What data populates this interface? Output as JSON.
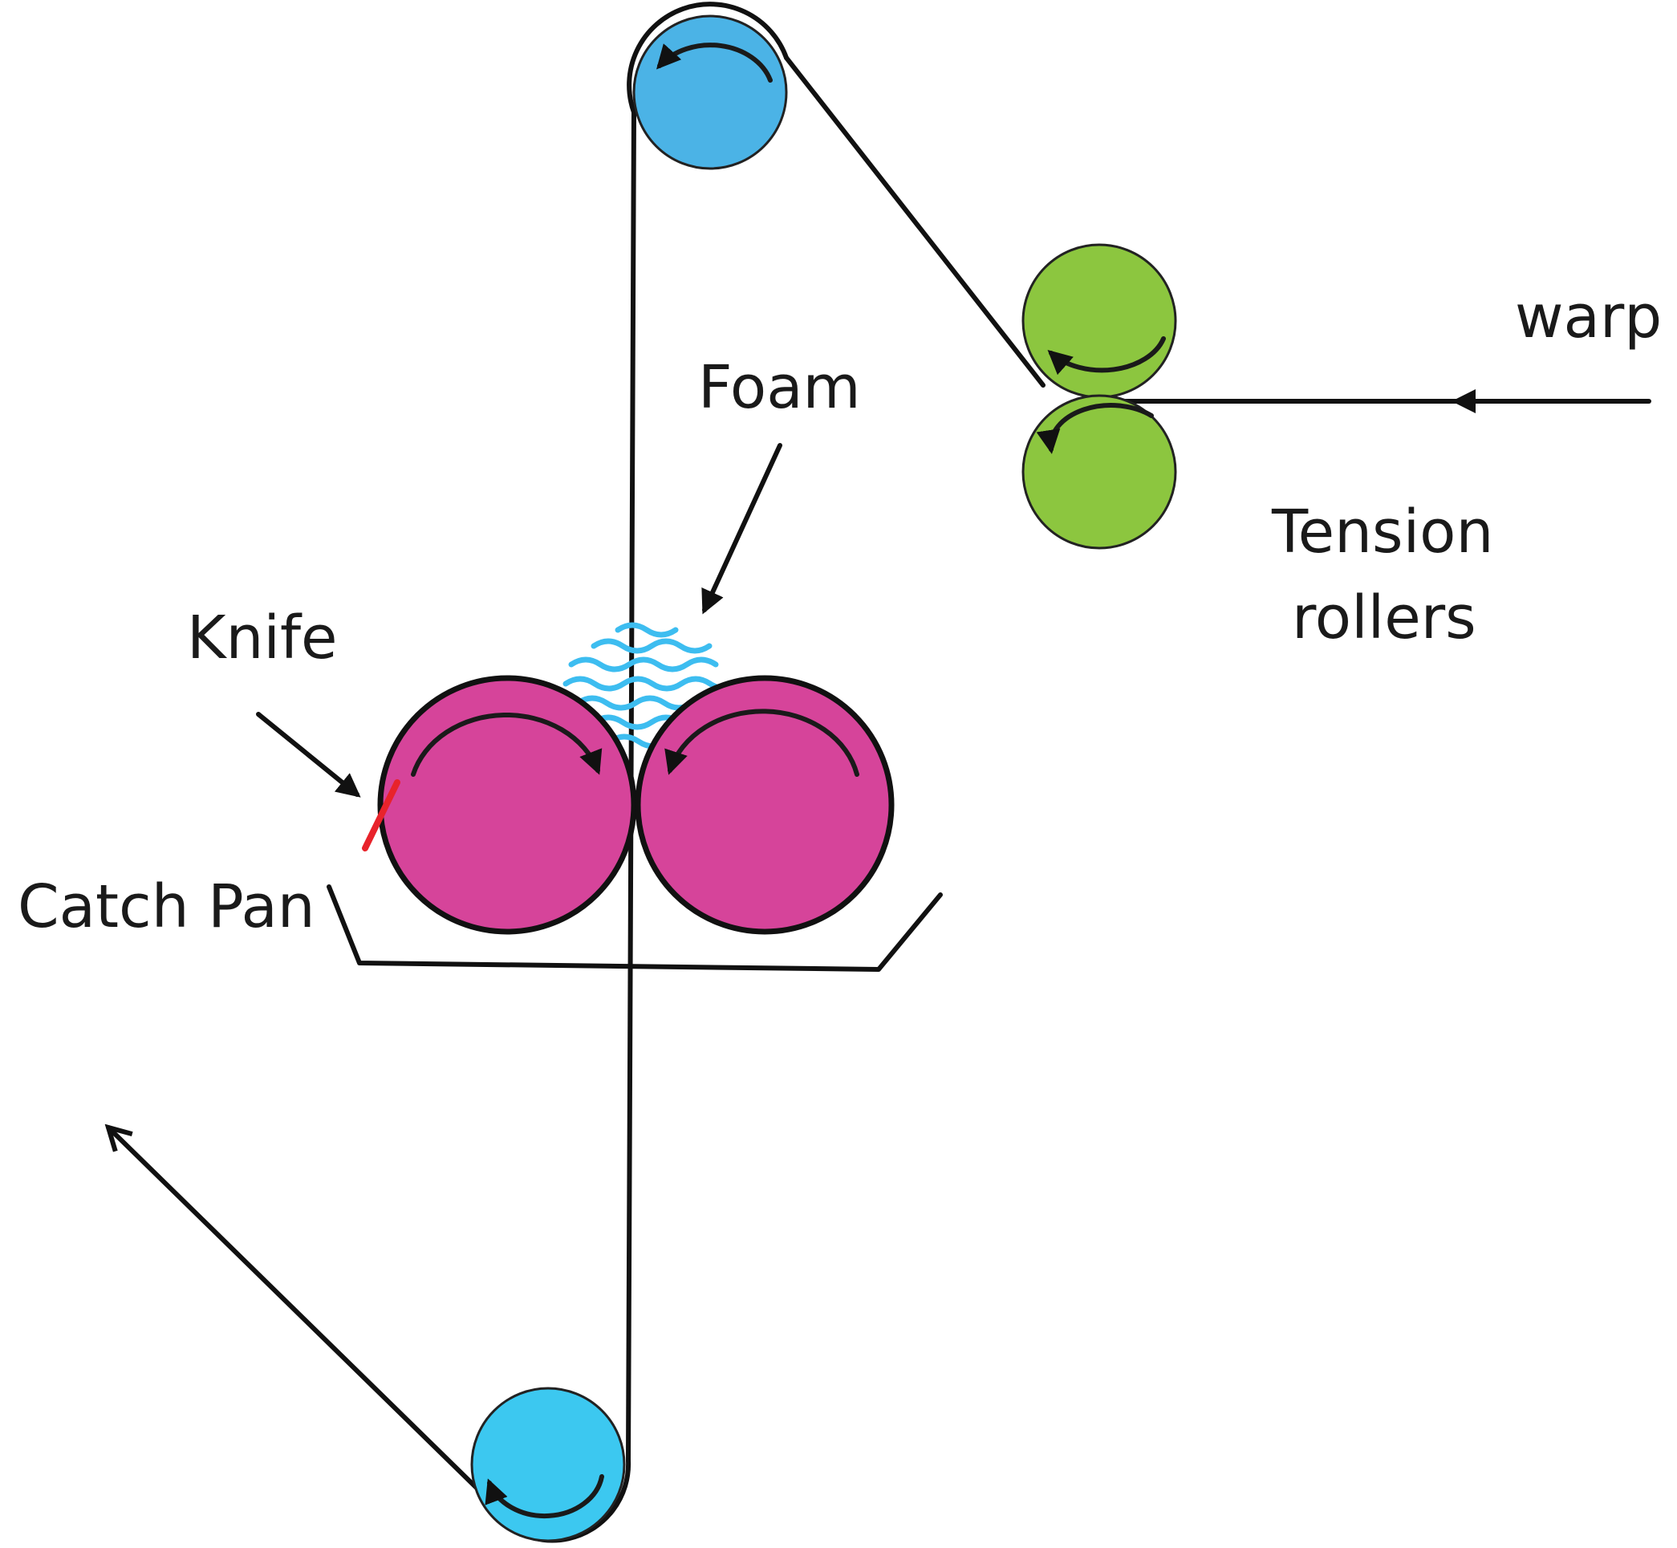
{
  "labels": {
    "warp": "warp",
    "tension_rollers_line1": "Tension",
    "tension_rollers_line2": "rollers",
    "foam": "Foam",
    "knife": "Knife",
    "catch_pan": "Catch Pan"
  },
  "colors": {
    "guide_roller_top": "#4BB3E6",
    "guide_roller_bottom": "#3CC8F0",
    "tension_roller": "#8CC63F",
    "pad_roller": "#D6449A",
    "foam": "#3DBDF0",
    "knife": "#E8232B",
    "line": "#111111"
  },
  "icons": {
    "rotation_arrow": "curved-arrow-icon",
    "flow_arrow": "arrow-icon"
  }
}
